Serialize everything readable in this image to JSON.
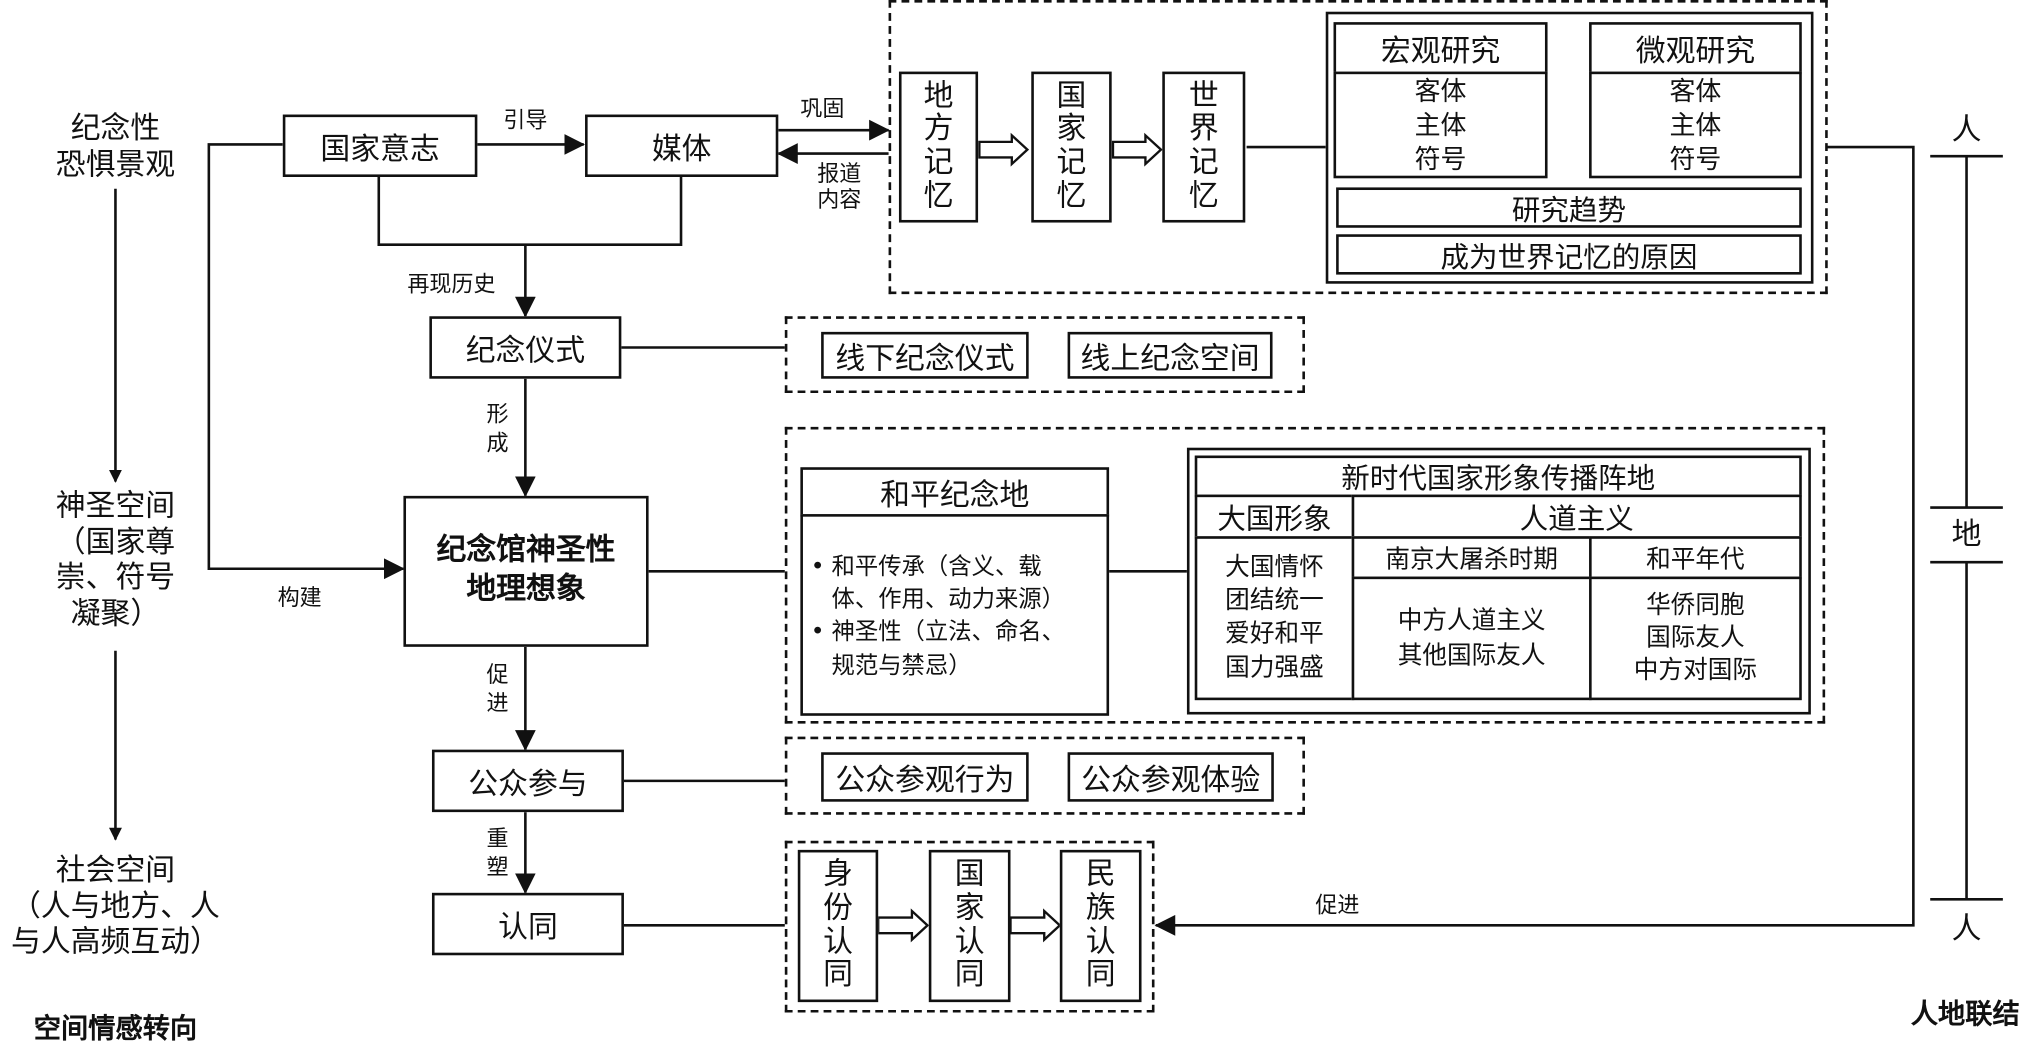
{
  "left_axis": {
    "top": "纪念性\n恐惧景观",
    "middle": "神圣空间\n（国家尊\n崇、符号\n凝聚）",
    "bottom": "社会空间\n（人与地方、人\n与人高频互动）",
    "caption": "空间情感转向"
  },
  "right_axis": {
    "top": "人",
    "middle": "地",
    "bottom": "人",
    "caption": "人地联结"
  },
  "main": {
    "national_will": "国家意志",
    "media": "媒体",
    "ceremony": "纪念仪式",
    "core": "纪念馆神圣性\n地理想象",
    "participation": "公众参与",
    "identity": "认同"
  },
  "edges": {
    "guide": "引导",
    "consolidate": "巩固",
    "report": "报道\n内容",
    "reproduce": "再现历史",
    "form": "形成",
    "construct": "构建",
    "promote": "促进",
    "reshape": "重塑",
    "promote_right": "促进"
  },
  "memory": {
    "items": [
      "地方记忆",
      "国家记忆",
      "世界记忆"
    ],
    "macro_title": "宏观研究",
    "macro_items": "客体\n主体\n符号",
    "micro_title": "微观研究",
    "micro_items": "客体\n主体\n符号",
    "trend": "研究趋势",
    "reason": "成为世界记忆的原因"
  },
  "ceremony_group": [
    "线下纪念仪式",
    "线上纪念空间"
  ],
  "peace": {
    "title": "和平纪念地",
    "bullets": [
      "和平传承（含义、载\n体、作用、动力来源）",
      "神圣性（立法、命名、\n规范与禁忌）"
    ],
    "bullet_mark": "•"
  },
  "front": {
    "title": "新时代国家形象传播阵地",
    "great_power_title": "大国形象",
    "great_power_items": "大国情怀\n团结统一\n爱好和平\n国力强盛",
    "humanity_title": "人道主义",
    "massacre_title": "南京大屠杀时期",
    "massacre_items": "中方人道主义\n其他国际友人",
    "peace_era_title": "和平年代",
    "peace_era_items": "华侨同胞\n国际友人\n中方对国际"
  },
  "participation_group": [
    "公众参观行为",
    "公众参观体验"
  ],
  "identity_group": [
    "身份认同",
    "国家认同",
    "民族认同"
  ]
}
